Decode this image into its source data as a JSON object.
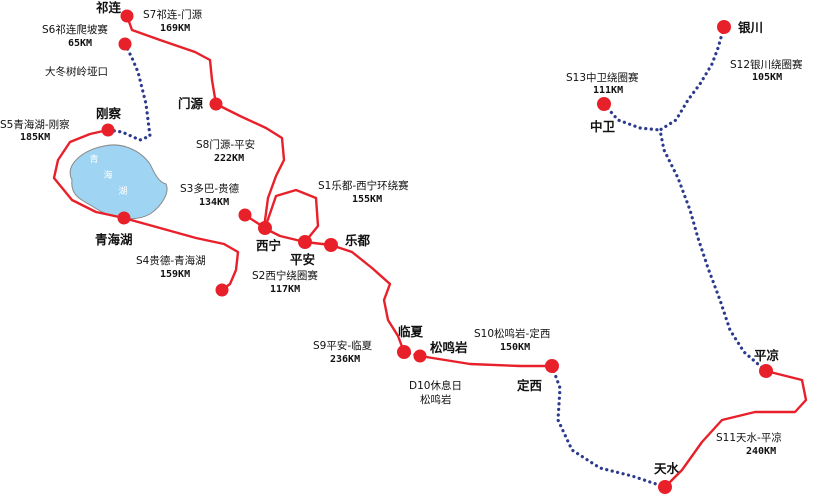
{
  "colors": {
    "route": "#e8202a",
    "transfer": "#2b3a8f",
    "lake_fill": "#9fd4f2",
    "lake_stroke": "#8a8a8a",
    "marker": "#e8202a"
  },
  "lake": {
    "char_1": "青",
    "char_2": "海",
    "char_3": "湖"
  },
  "cities": {
    "qilian": "祁连",
    "gangcha": "刚察",
    "menyuan": "门源",
    "qinghaihu": "青海湖",
    "xining": "西宁",
    "pingan": "平安",
    "ledu": "乐都",
    "linxia": "临夏",
    "songmingyan": "松鸣岩",
    "dingxi": "定西",
    "tianshui": "天水",
    "pingliang": "平凉",
    "zhongwei": "中卫",
    "yinchuan": "银川",
    "pass": "大冬树岭垭口"
  },
  "stages": [
    {
      "label": "S1乐都-西宁环绕赛",
      "distance": "155KM"
    },
    {
      "label": "S2西宁绕圈赛",
      "distance": "117KM"
    },
    {
      "label": "S3多巴-贵德",
      "distance": "134KM"
    },
    {
      "label": "S4贵德-青海湖",
      "distance": "159KM"
    },
    {
      "label": "S5青海湖-刚察",
      "distance": "185KM"
    },
    {
      "label": "S6祁连爬坡赛",
      "distance": "65KM"
    },
    {
      "label": "S7祁连-门源",
      "distance": "169KM"
    },
    {
      "label": "S8门源-平安",
      "distance": "222KM"
    },
    {
      "label": "S9平安-临夏",
      "distance": "236KM"
    },
    {
      "label": "S10松鸣岩-定西",
      "distance": "150KM"
    },
    {
      "label": "S11天水-平凉",
      "distance": "240KM"
    },
    {
      "label": "S12银川绕圈赛",
      "distance": "105KM"
    },
    {
      "label": "S13中卫绕圈赛",
      "distance": "111KM"
    }
  ],
  "rest_day": {
    "label": "D10休息日",
    "place": "松鸣岩"
  }
}
